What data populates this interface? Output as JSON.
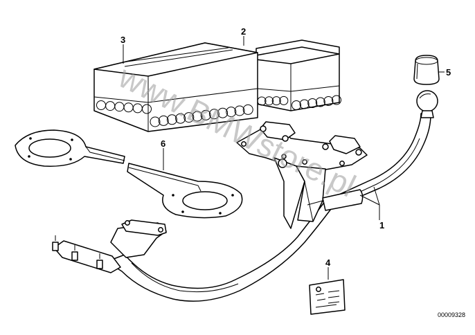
{
  "callouts": {
    "c1": "1",
    "c2": "2",
    "c3": "3",
    "c4": "4",
    "c5": "5",
    "c6": "6"
  },
  "diagram_code": "00009328",
  "watermark": "www.BMWstore.pl"
}
